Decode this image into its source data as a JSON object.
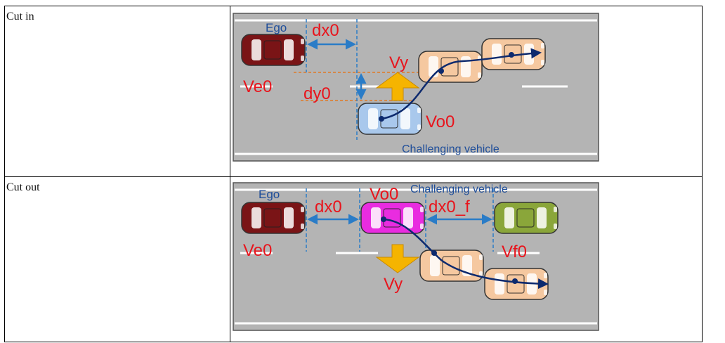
{
  "rows": [
    {
      "label": "Cut in",
      "figure": {
        "ego_label": "Ego",
        "gap_label": "dx0",
        "lateral_label": "dy0",
        "lateral_speed_label": "Vy",
        "ego_speed_label": "Ve0",
        "other_speed_label": "Vo0",
        "challenger_label": "Challenging vehicle"
      }
    },
    {
      "label": "Cut out",
      "figure": {
        "ego_label": "Ego",
        "gap_label": "dx0",
        "front_gap_label": "dx0_f",
        "lateral_speed_label": "Vy",
        "ego_speed_label": "Ve0",
        "other_speed_label": "Vo0",
        "front_speed_label": "Vf0",
        "challenger_label": "Challenging vehicle"
      }
    }
  ],
  "colors": {
    "road": "#b4b4b4",
    "lane_line": "#ffffff",
    "ego_car": "#7a1416",
    "challenger_cut_in": "#a9c8ec",
    "challenger_cut_out": "#e92ce0",
    "front_car": "#8aa63a",
    "ghost_car": "#f5c8a0",
    "arrow": "#f5b400",
    "dim_line": "#2a7cc7",
    "trajectory": "#0d2a6e",
    "label_red": "#e8141c",
    "label_blue": "#1f4e9a"
  }
}
